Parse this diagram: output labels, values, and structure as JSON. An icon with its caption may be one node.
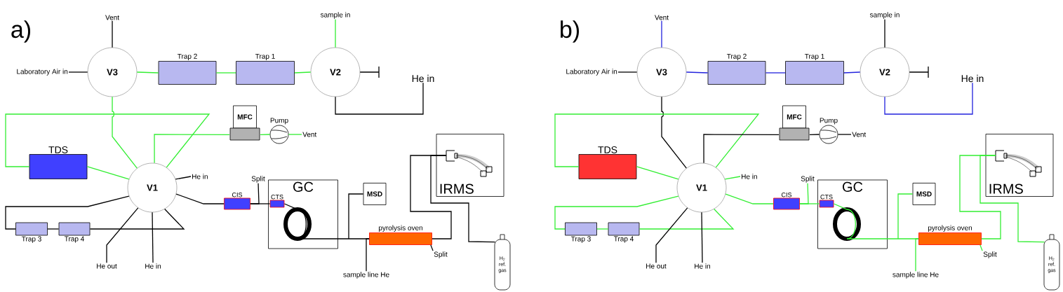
{
  "diagram": {
    "nodes": [
      {
        "text": [
          "V3"
        ]
      },
      {
        "text": [
          "Vent"
        ]
      },
      {
        "text": [
          "Laboratory Air in"
        ]
      },
      {
        "text": [
          "Trap 2"
        ]
      },
      {
        "text": [
          "Trap 1"
        ]
      },
      {
        "text": [
          "V2"
        ]
      },
      {
        "text": [
          "sample in"
        ]
      },
      {
        "text": [
          "He in"
        ]
      },
      {
        "text": [
          "TDS"
        ]
      },
      {
        "text": [
          "V1"
        ]
      },
      {
        "text": [
          "MFC"
        ]
      },
      {
        "text": [
          "Pump"
        ]
      },
      {
        "text": [
          "Vent"
        ]
      },
      {
        "text": [
          "He in"
        ]
      },
      {
        "text": [
          "CIS"
        ]
      },
      {
        "text": [
          "Split"
        ]
      },
      {
        "text": [
          "GC"
        ]
      },
      {
        "text": [
          "CTS"
        ],
        "in": 16
      },
      {
        "text": [
          "MSD"
        ]
      },
      {
        "text": [
          "pyrolysis oven"
        ]
      },
      {
        "text": [
          "Split"
        ]
      },
      {
        "text": [
          "sample line He"
        ]
      },
      {
        "text": [
          "IRMS"
        ]
      },
      {
        "text": [
          "H$_{2}$ ref. gas"
        ]
      },
      {
        "text": [
          "Trap 3"
        ]
      },
      {
        "text": [
          "Trap 4"
        ]
      },
      {
        "text": [
          "He out"
        ]
      },
      {
        "text": [
          "He in"
        ]
      },
      {
        "text": [
          "V3"
        ]
      },
      {
        "text": [
          "Vent"
        ]
      },
      {
        "text": [
          "Laboratory Air in"
        ]
      },
      {
        "text": [
          "Trap 2"
        ]
      },
      {
        "text": [
          "Trap 1"
        ]
      },
      {
        "text": [
          "V2"
        ]
      },
      {
        "text": [
          "sample in"
        ]
      },
      {
        "text": [
          "He in"
        ]
      },
      {
        "text": [
          "TDS"
        ]
      },
      {
        "text": [
          "V1"
        ]
      },
      {
        "text": [
          "MFC"
        ]
      },
      {
        "text": [
          "Pump"
        ]
      },
      {
        "text": [
          "Vent"
        ]
      },
      {
        "text": [
          "He in"
        ]
      },
      {
        "text": [
          "CIS"
        ]
      },
      {
        "text": [
          "Split"
        ]
      },
      {
        "text": [
          "GC"
        ]
      },
      {
        "text": [
          "CTS"
        ],
        "in": 44
      },
      {
        "text": [
          "MSD"
        ]
      },
      {
        "text": [
          "pyrolysis oven"
        ]
      },
      {
        "text": [
          "Split"
        ]
      },
      {
        "text": [
          "sample line He"
        ]
      },
      {
        "text": [
          "IRMS"
        ]
      },
      {
        "text": [
          "H$_{2}$ ref. gas"
        ]
      },
      {
        "text": [
          "Trap 3"
        ]
      },
      {
        "text": [
          "Trap 4"
        ]
      },
      {
        "text": [
          "He out"
        ]
      },
      {
        "text": [
          "He in"
        ]
      }
    ],
    "edges": [
      {
        "from": 1,
        "to": 0,
        "arrow": "none",
        "color": "#000000"
      },
      {
        "from": 2,
        "to": 0,
        "arrow": "none",
        "color": "#000000"
      },
      {
        "from": 0,
        "to": 3,
        "arrow": "none",
        "color": "#33ee33"
      },
      {
        "from": 3,
        "to": 4,
        "arrow": "none",
        "color": "#33ee33"
      },
      {
        "from": 4,
        "to": 5,
        "arrow": "none",
        "color": "#33ee33"
      },
      {
        "from": 6,
        "to": 5,
        "arrow": "none",
        "color": "#33ee33"
      },
      {
        "from": 7,
        "to": 5,
        "arrow": "none",
        "color": "#000000"
      },
      {
        "from": 0,
        "to": 9,
        "arrow": "none",
        "color": "#33ee33"
      },
      {
        "from": 8,
        "to": 9,
        "arrow": "none",
        "color": "#33ee33"
      },
      {
        "from": 8,
        "to": 9,
        "arrow": "none",
        "color": "#33ee33"
      },
      {
        "from": 9,
        "to": 10,
        "arrow": "none",
        "color": "#33ee33"
      },
      {
        "from": 10,
        "to": 11,
        "arrow": "none",
        "color": "#33ee33"
      },
      {
        "from": 11,
        "to": 12,
        "arrow": "none",
        "color": "#33ee33"
      },
      {
        "from": 13,
        "to": 9,
        "arrow": "none",
        "color": "#000000"
      },
      {
        "from": 9,
        "to": 14,
        "arrow": "none",
        "color": "#000000"
      },
      {
        "from": 14,
        "to": 17,
        "arrow": "none",
        "color": "#000000"
      },
      {
        "from": 15,
        "to": 14,
        "arrow": "none",
        "color": "#000000"
      },
      {
        "from": 17,
        "to": 19,
        "arrow": "none",
        "color": "#000000"
      },
      {
        "from": 16,
        "to": 18,
        "arrow": "none",
        "color": "#000000"
      },
      {
        "from": 21,
        "to": 19,
        "arrow": "none",
        "color": "#000000"
      },
      {
        "from": 19,
        "to": 20,
        "arrow": "none",
        "color": "#000000"
      },
      {
        "from": 19,
        "to": 22,
        "arrow": "none",
        "color": "#000000"
      },
      {
        "from": 23,
        "to": 22,
        "arrow": "none",
        "color": "#000000"
      },
      {
        "from": 9,
        "to": 24,
        "arrow": "none",
        "color": "#000000"
      },
      {
        "from": 24,
        "to": 25,
        "arrow": "none",
        "color": "#000000"
      },
      {
        "from": 25,
        "to": 9,
        "arrow": "none",
        "color": "#000000"
      },
      {
        "from": 26,
        "to": 9,
        "arrow": "none",
        "color": "#000000"
      },
      {
        "from": 27,
        "to": 9,
        "arrow": "none",
        "color": "#000000"
      },
      {
        "from": 29,
        "to": 28,
        "arrow": "none",
        "color": "#2222dd"
      },
      {
        "from": 30,
        "to": 28,
        "arrow": "none",
        "color": "#000000"
      },
      {
        "from": 28,
        "to": 31,
        "arrow": "none",
        "color": "#2222dd"
      },
      {
        "from": 31,
        "to": 32,
        "arrow": "none",
        "color": "#2222dd"
      },
      {
        "from": 32,
        "to": 33,
        "arrow": "none",
        "color": "#2222dd"
      },
      {
        "from": 34,
        "to": 33,
        "arrow": "none",
        "color": "#000000"
      },
      {
        "from": 35,
        "to": 33,
        "arrow": "none",
        "color": "#2222dd"
      },
      {
        "from": 28,
        "to": 37,
        "arrow": "none",
        "color": "#000000"
      },
      {
        "from": 36,
        "to": 37,
        "arrow": "none",
        "color": "#33ee33"
      },
      {
        "from": 36,
        "to": 37,
        "arrow": "none",
        "color": "#33ee33"
      },
      {
        "from": 37,
        "to": 38,
        "arrow": "none",
        "color": "#000000"
      },
      {
        "from": 38,
        "to": 39,
        "arrow": "none",
        "color": "#000000"
      },
      {
        "from": 39,
        "to": 40,
        "arrow": "none",
        "color": "#000000"
      },
      {
        "from": 41,
        "to": 37,
        "arrow": "none",
        "color": "#33ee33"
      },
      {
        "from": 37,
        "to": 42,
        "arrow": "none",
        "color": "#33ee33"
      },
      {
        "from": 42,
        "to": 45,
        "arrow": "none",
        "color": "#33ee33"
      },
      {
        "from": 43,
        "to": 42,
        "arrow": "none",
        "color": "#33ee33"
      },
      {
        "from": 45,
        "to": 47,
        "arrow": "none",
        "color": "#33ee33"
      },
      {
        "from": 44,
        "to": 46,
        "arrow": "none",
        "color": "#33ee33"
      },
      {
        "from": 49,
        "to": 47,
        "arrow": "none",
        "color": "#33ee33"
      },
      {
        "from": 47,
        "to": 48,
        "arrow": "none",
        "color": "#33ee33"
      },
      {
        "from": 47,
        "to": 50,
        "arrow": "none",
        "color": "#33ee33"
      },
      {
        "from": 51,
        "to": 50,
        "arrow": "none",
        "color": "#33ee33"
      },
      {
        "from": 37,
        "to": 52,
        "arrow": "none",
        "color": "#33ee33"
      },
      {
        "from": 52,
        "to": 53,
        "arrow": "none",
        "color": "#33ee33"
      },
      {
        "from": 53,
        "to": 37,
        "arrow": "none",
        "color": "#33ee33"
      },
      {
        "from": 54,
        "to": 37,
        "arrow": "none",
        "color": "#000000"
      },
      {
        "from": 55,
        "to": 37,
        "arrow": "none",
        "color": "#000000"
      }
    ],
    "labels": [
      "a)",
      "b)"
    ]
  }
}
